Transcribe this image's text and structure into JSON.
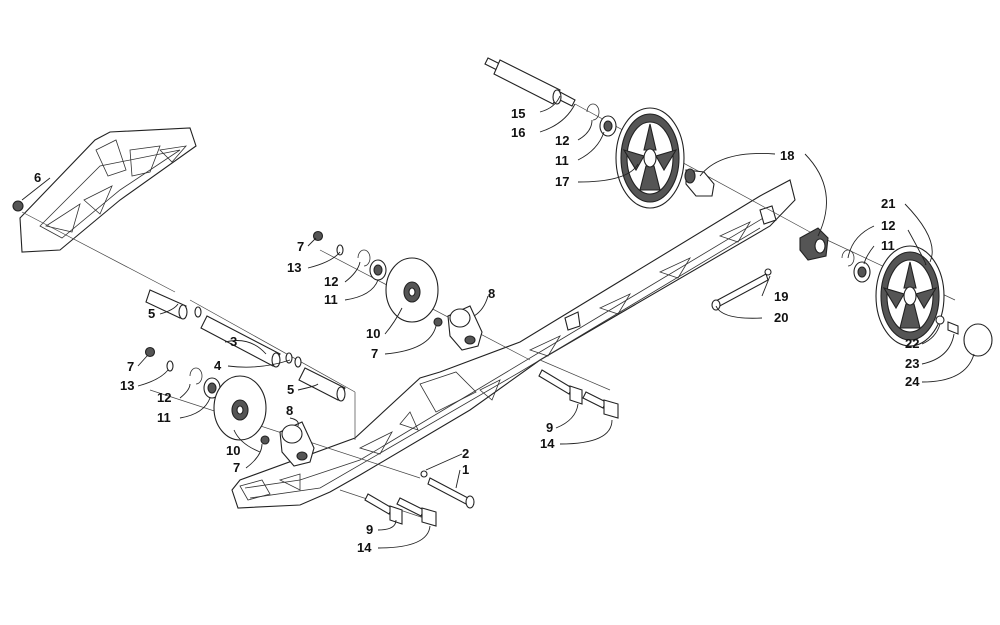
{
  "callouts": [
    "1",
    "2",
    "3",
    "4",
    "5",
    "5",
    "6",
    "7",
    "7",
    "7",
    "7",
    "8",
    "8",
    "9",
    "9",
    "10",
    "10",
    "11",
    "11",
    "11",
    "11",
    "12",
    "12",
    "12",
    "12",
    "13",
    "13",
    "14",
    "14",
    "15",
    "16",
    "17",
    "18",
    "19",
    "20",
    "21",
    "22",
    "23",
    "24"
  ],
  "colors": {
    "line": "#222222",
    "part_fill": "#ffffff",
    "shade": "#555555"
  }
}
